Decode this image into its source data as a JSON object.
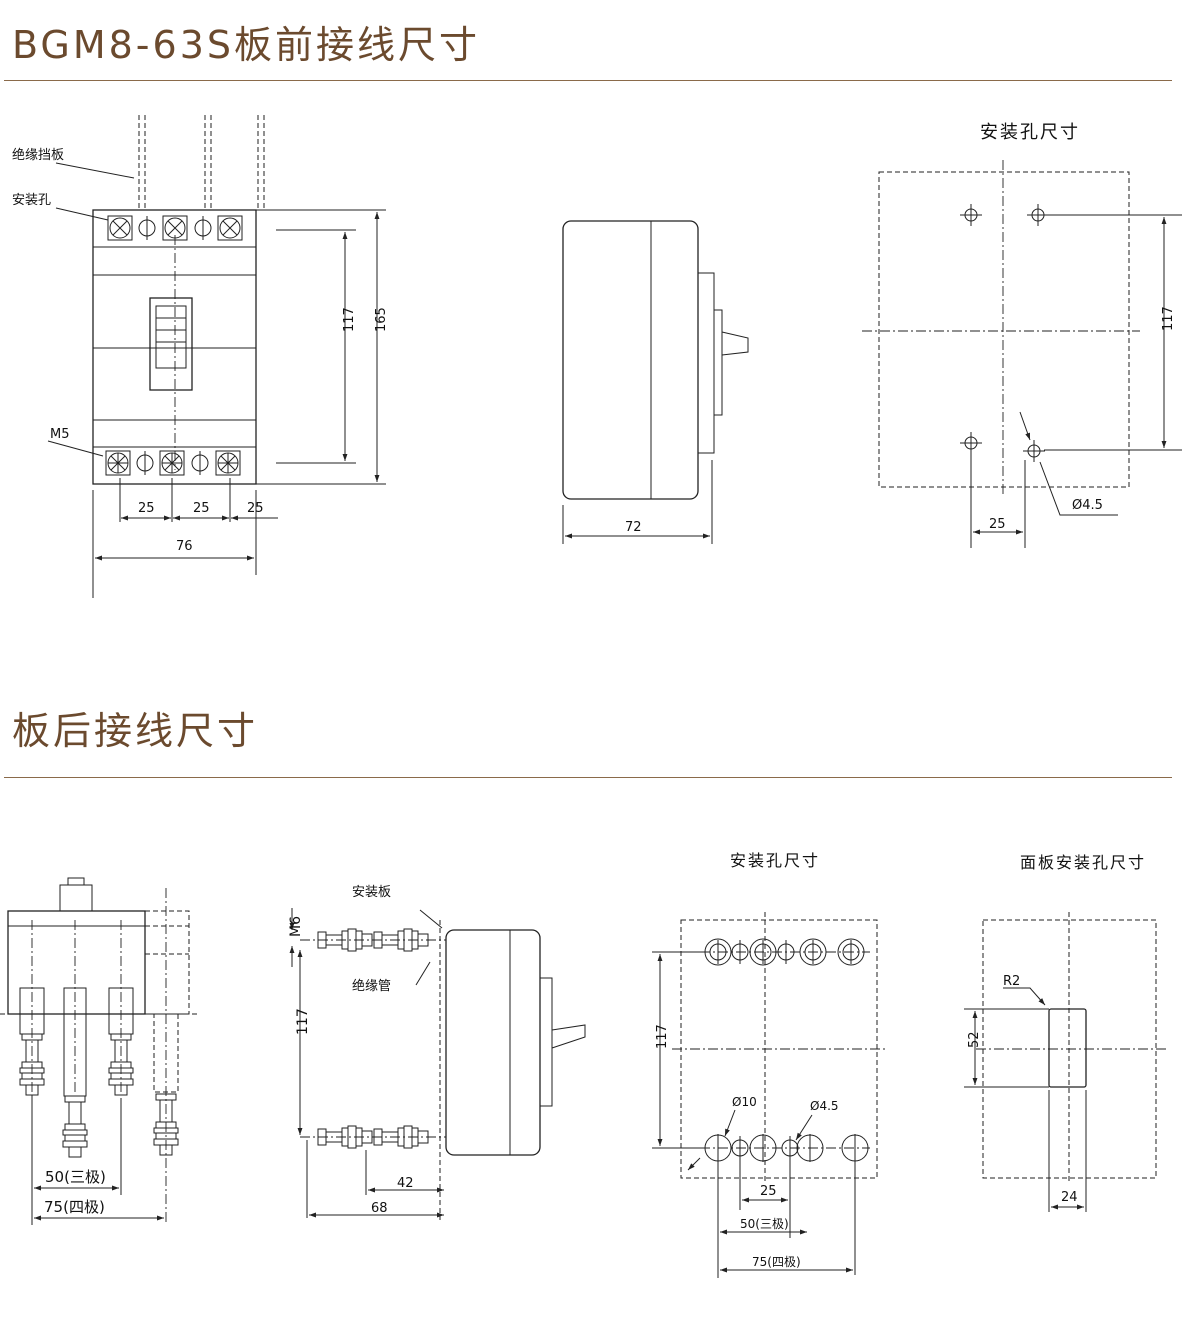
{
  "section1": {
    "title": "BGM8-63S板前接线尺寸",
    "front_view": {
      "label_insulation_board": "绝缘挡板",
      "label_mounting_hole": "安装孔",
      "label_screw": "M5",
      "dim_height_inner": "117",
      "dim_height_total": "165",
      "dim_pitch_1": "25",
      "dim_pitch_2": "25",
      "dim_pitch_3": "25",
      "dim_width": "76"
    },
    "side_view": {
      "dim_depth": "72"
    },
    "hole_view": {
      "title": "安装孔尺寸",
      "dim_vertical": "117",
      "dim_horizontal": "25",
      "dim_hole": "Ø4.5"
    }
  },
  "section2": {
    "title": "板后接线尺寸",
    "front_view": {
      "dim_three_pole": "50(三极)",
      "dim_four_pole": "75(四极)"
    },
    "side_view": {
      "label_mounting_plate": "安装板",
      "label_insulation_tube": "绝缘管",
      "dim_thread": "M6",
      "dim_vertical": "117",
      "dim_short": "42",
      "dim_long": "68"
    },
    "hole_view": {
      "title": "安装孔尺寸",
      "dim_vertical": "117",
      "dim_big_hole": "Ø10",
      "dim_small_hole": "Ø4.5",
      "dim_pitch": "25",
      "dim_three_pole": "50(三极)",
      "dim_four_pole": "75(四极)"
    },
    "panel_view": {
      "title": "面板安装孔尺寸",
      "dim_radius": "R2",
      "dim_height": "52",
      "dim_width": "24"
    }
  }
}
